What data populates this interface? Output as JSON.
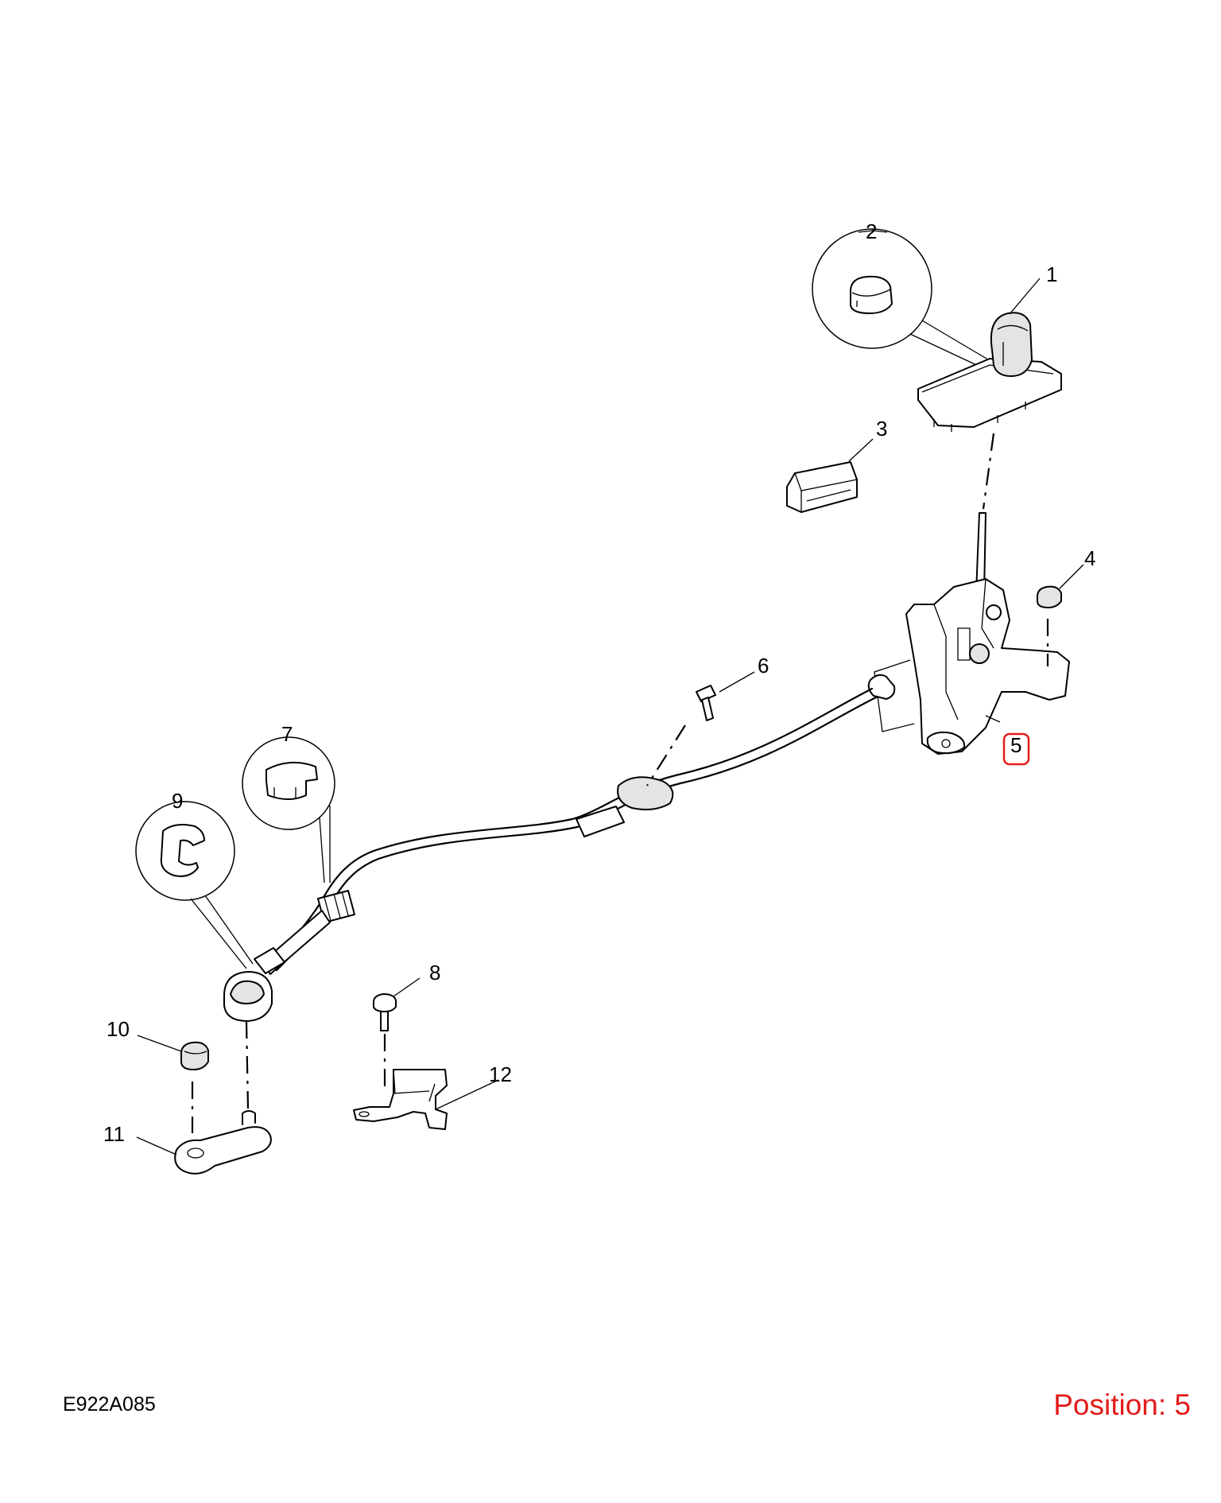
{
  "diagram": {
    "callouts": [
      "1",
      "2",
      "3",
      "4",
      "5",
      "6",
      "7",
      "8",
      "9",
      "10",
      "11",
      "12"
    ],
    "highlighted_callout": "5",
    "highlight_color": "#e31b1b"
  },
  "footer": {
    "drawing_code": "E922A085",
    "position_label": "Position: 5",
    "position_color": "#e31b1b"
  }
}
